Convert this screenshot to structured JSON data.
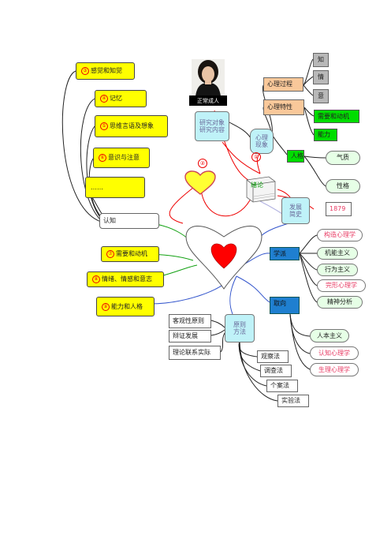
{
  "left_topics": [
    {
      "num": "③",
      "label": "感觉和知觉"
    },
    {
      "num": "④",
      "label": "记忆"
    },
    {
      "num": "⑤",
      "label": "思维言语及想象"
    },
    {
      "num": "⑥",
      "label": "意识与注意"
    },
    {
      "num": "",
      "label": "……"
    }
  ],
  "cognition": "认知",
  "lower_topics": [
    {
      "num": "⑦",
      "label": "需要和动机"
    },
    {
      "num": "⑧",
      "label": "情绪、情感和意志"
    },
    {
      "num": "⑨",
      "label": "能力和人格"
    }
  ],
  "photo_label": "正常成人",
  "research": [
    "研究对象",
    "研究内容"
  ],
  "psych_phenomena": [
    "心理",
    "现象"
  ],
  "psych_process": "心理过程",
  "process_items": [
    "知",
    "情",
    "意"
  ],
  "psych_traits": "心理特性",
  "traits_items": [
    "需要和动机",
    "能力"
  ],
  "personality": "人格",
  "personality_items": [
    "气质",
    "性格"
  ],
  "intro": "绪论",
  "marker_two": "②",
  "marker_one": "①",
  "history": [
    "发展",
    "简史"
  ],
  "year": "1879",
  "schools": "学派",
  "school_items": [
    "构造心理学",
    "机能主义",
    "行为主义",
    "完形心理学",
    "精神分析"
  ],
  "orientation": "取向",
  "orientation_items": [
    "人本主义",
    "认知心理学",
    "生理心理学"
  ],
  "principles_methods": [
    "原则",
    "方法"
  ],
  "principles": [
    "客观性原则",
    "辩证发展",
    "理论联系实际"
  ],
  "methods": [
    "观察法",
    "调查法",
    "个案法",
    "实验法"
  ],
  "colors": {
    "yellow": "#ffff00",
    "cyan": "#bff2f8",
    "peach": "#f9c89a",
    "green": "#00dd00",
    "blue": "#1f7fd0",
    "heart_red": "#ff0000",
    "heart_yellow": "#ffff33"
  }
}
